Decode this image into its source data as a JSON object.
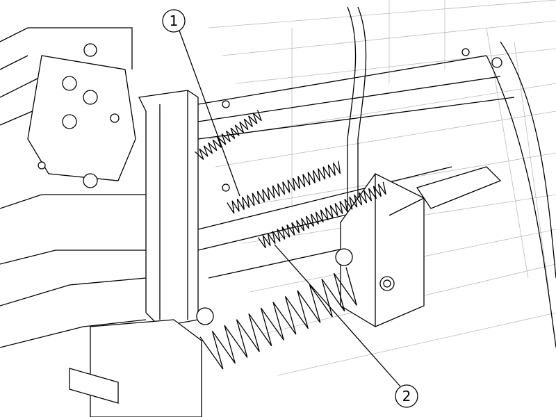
{
  "figure": {
    "callouts": [
      {
        "label": "1",
        "target": "upper-tension-spring"
      },
      {
        "label": "2",
        "target": "lower-tension-spring"
      }
    ],
    "colors": {
      "line": "#000000",
      "ghost": "#bbbbbb",
      "background": "#ffffff"
    }
  }
}
